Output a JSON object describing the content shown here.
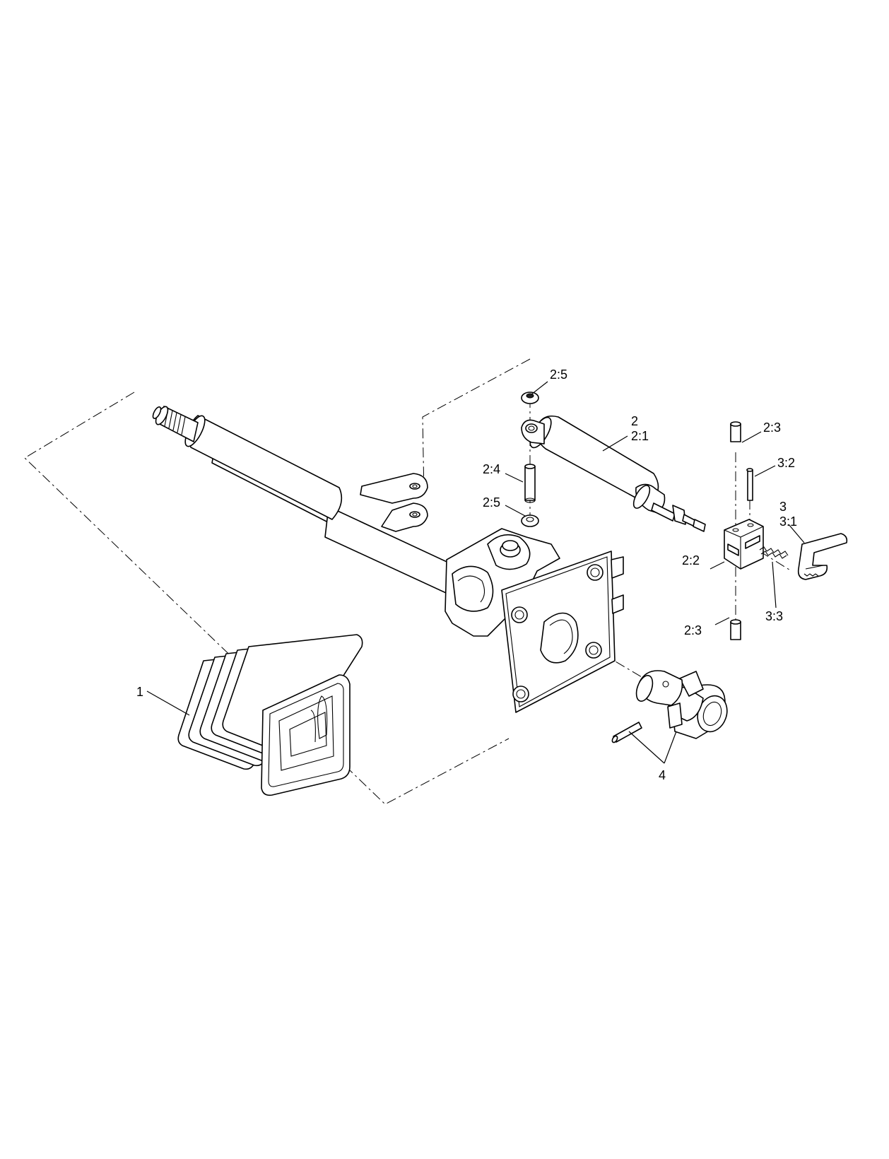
{
  "callouts": {
    "item_1": "1",
    "item_2": "2",
    "item_2_1": "2:1",
    "item_2_2": "2:2",
    "item_2_3_top": "2:3",
    "item_2_3_bottom": "2:3",
    "item_2_4": "2:4",
    "item_2_5_top": "2:5",
    "item_2_5_bottom": "2:5",
    "item_3": "3",
    "item_3_1": "3:1",
    "item_3_2": "3:2",
    "item_3_3": "3:3",
    "item_4": "4"
  }
}
